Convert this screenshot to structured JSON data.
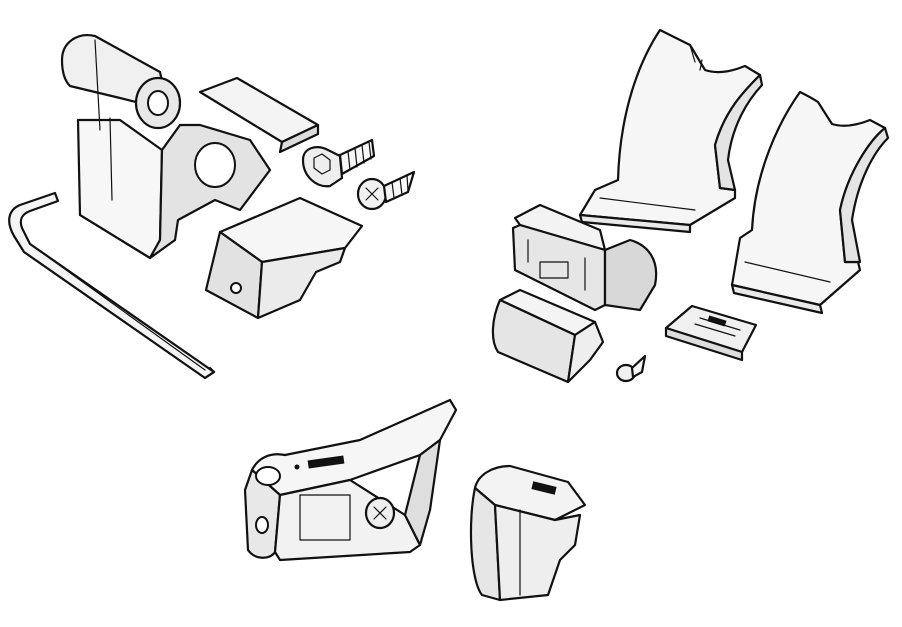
{
  "diagram": {
    "colors": {
      "outline": "#111111",
      "face_light": "#f7f7f7",
      "face_mid": "#e9e9e9",
      "face_dark": "#cfcfcf",
      "background": "#ffffff"
    },
    "parts": [
      {
        "id": "lever-bracket",
        "icon": "lever-bracket-part"
      },
      {
        "id": "lever-cap",
        "icon": "lever-cap-part"
      },
      {
        "id": "allen-key",
        "icon": "hex-key-tool"
      },
      {
        "id": "socket-bolt",
        "icon": "hex-socket-bolt"
      },
      {
        "id": "cross-screw",
        "icon": "phillips-screw"
      },
      {
        "id": "rail-clamp-left",
        "icon": "rail-clamp-part"
      },
      {
        "id": "rail-clamp-right",
        "icon": "rail-clamp-part"
      },
      {
        "id": "clamp-housing",
        "icon": "clamp-housing-part"
      },
      {
        "id": "end-cap",
        "icon": "end-cap-part"
      },
      {
        "id": "ratchet-plate",
        "icon": "ratchet-plate-part"
      },
      {
        "id": "small-screw",
        "icon": "small-screw"
      },
      {
        "id": "buckle-lever",
        "icon": "buckle-lever-part"
      },
      {
        "id": "buckle-receiver",
        "icon": "buckle-receiver-part"
      }
    ]
  }
}
